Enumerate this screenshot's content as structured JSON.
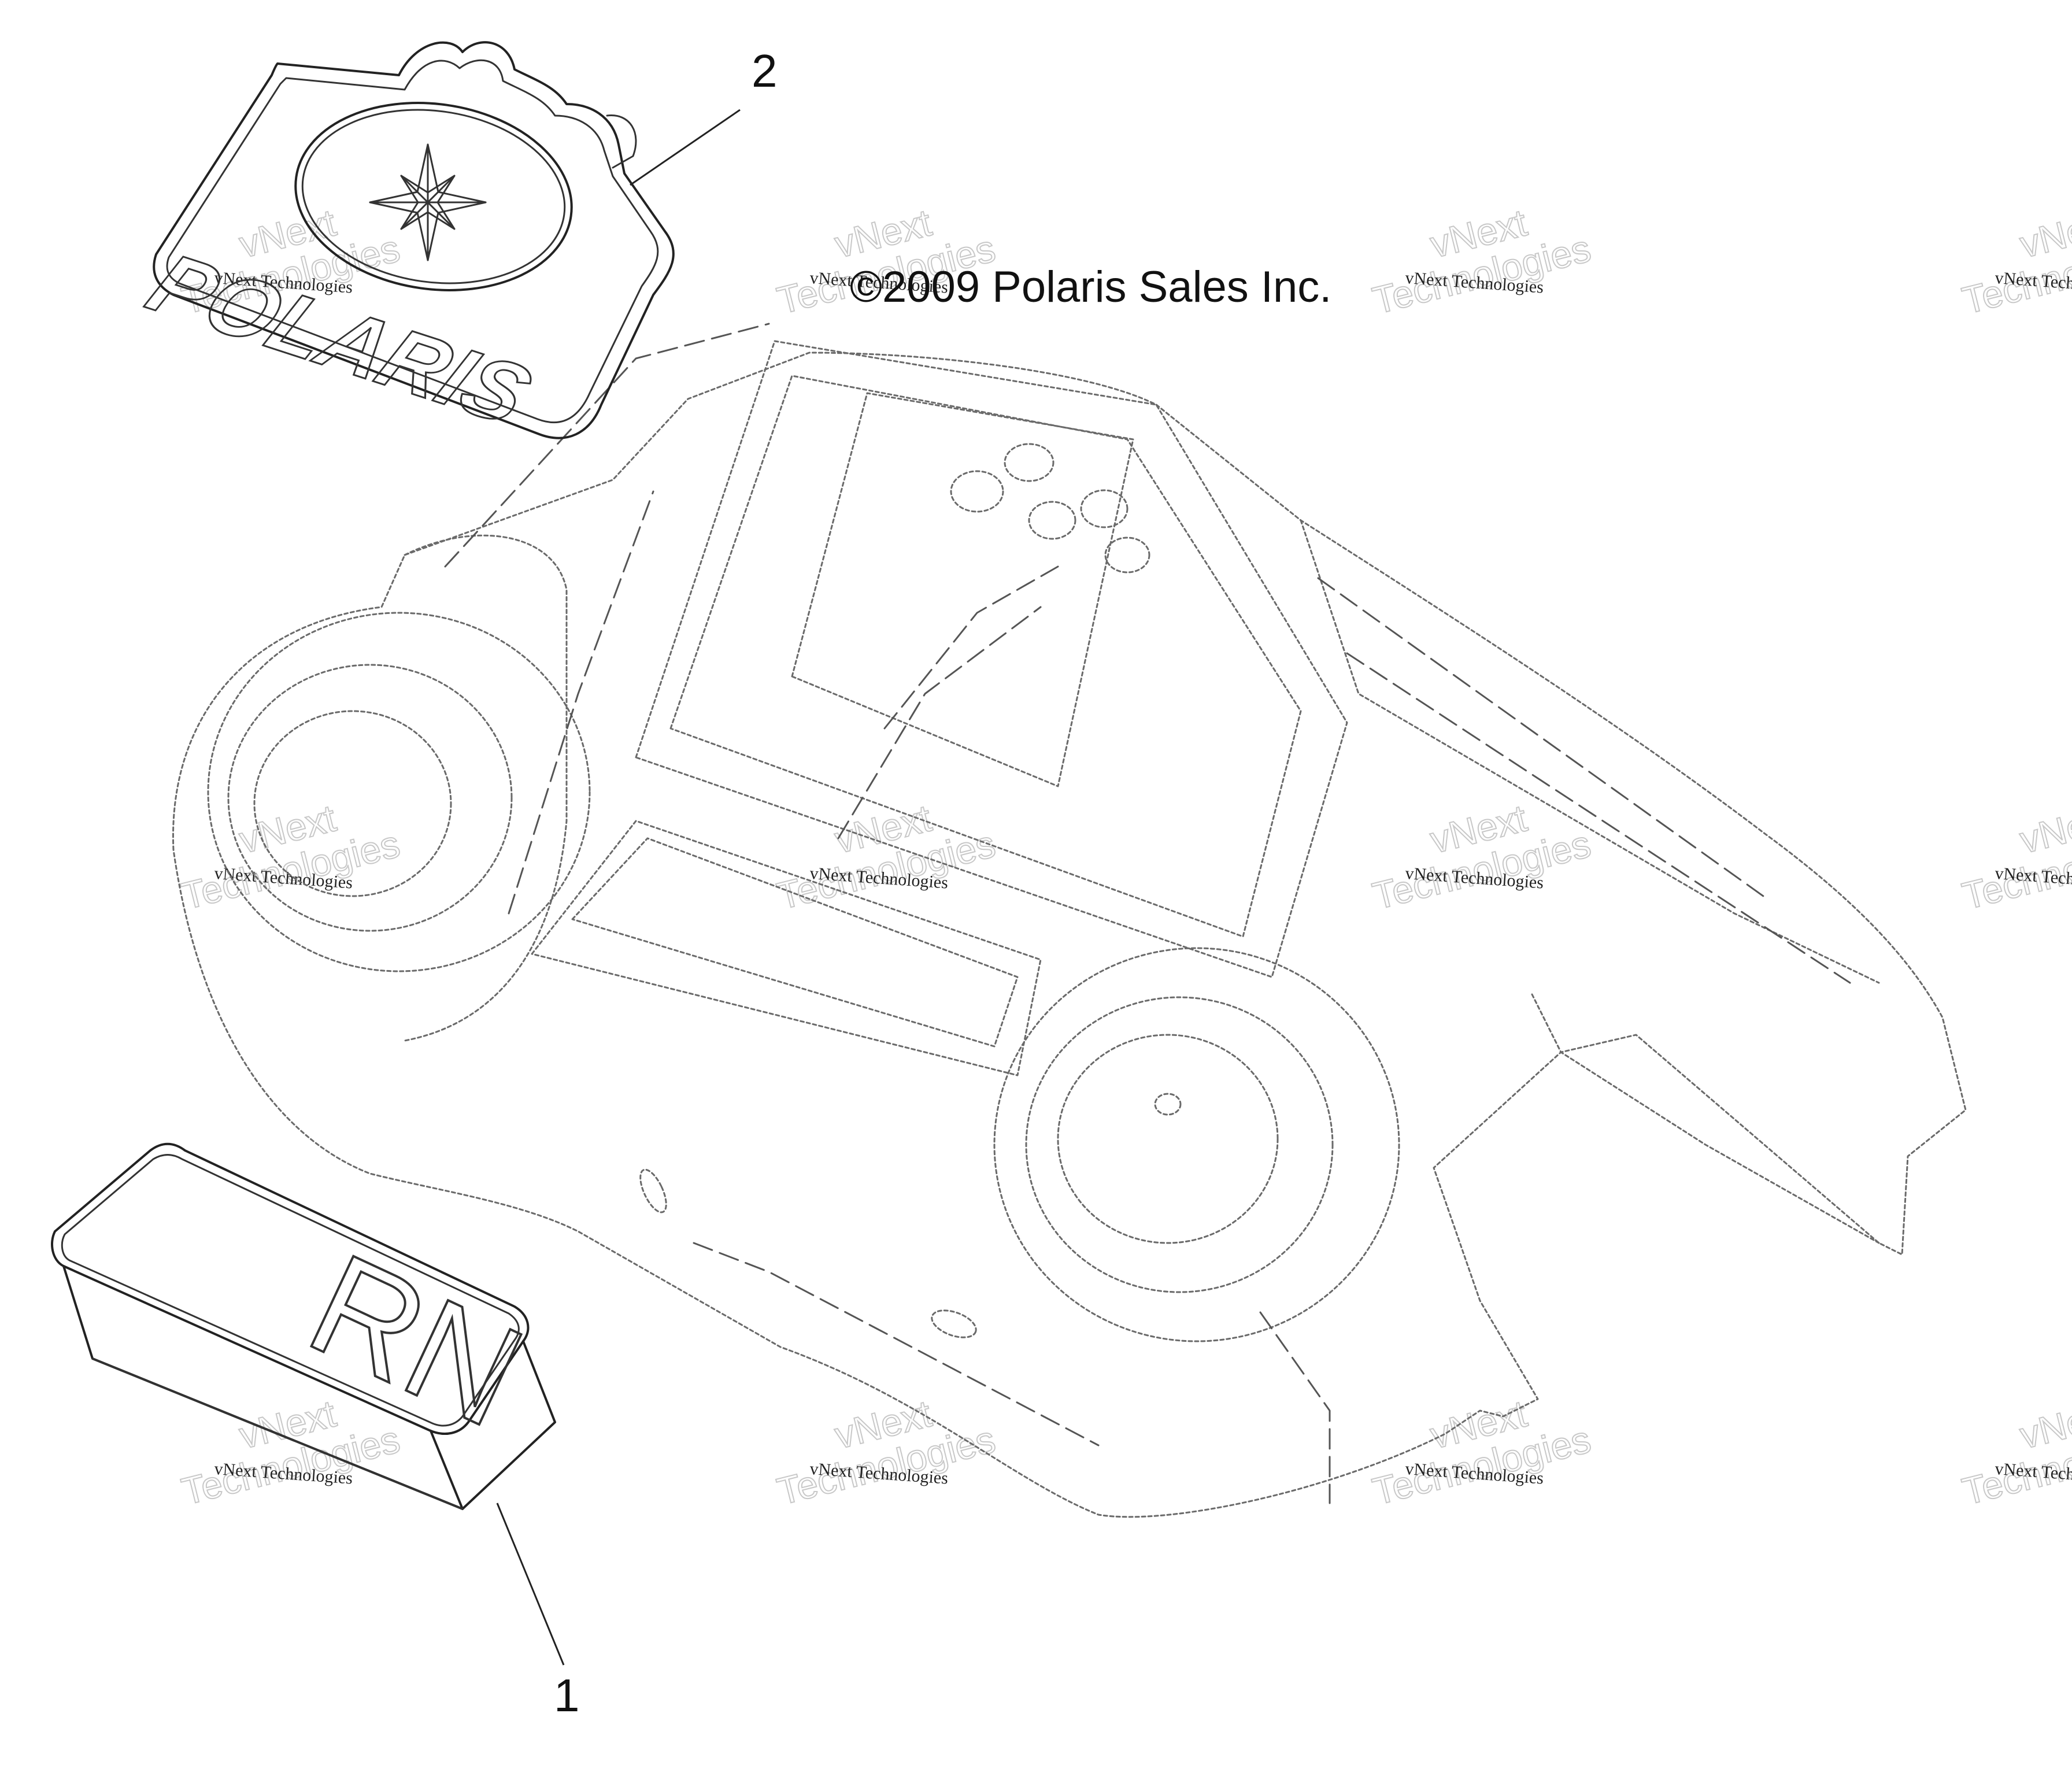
{
  "copyright": "©2009 Polaris Sales Inc.",
  "callouts": [
    {
      "id": "1",
      "label": "1"
    },
    {
      "id": "2",
      "label": "2"
    }
  ],
  "decals": {
    "polaris_badge_text": "POLARIS",
    "rn_badge_text": "RN"
  },
  "watermark": {
    "line1": "vNext Technologies",
    "line2": "vNext",
    "line3": "Technologies"
  }
}
